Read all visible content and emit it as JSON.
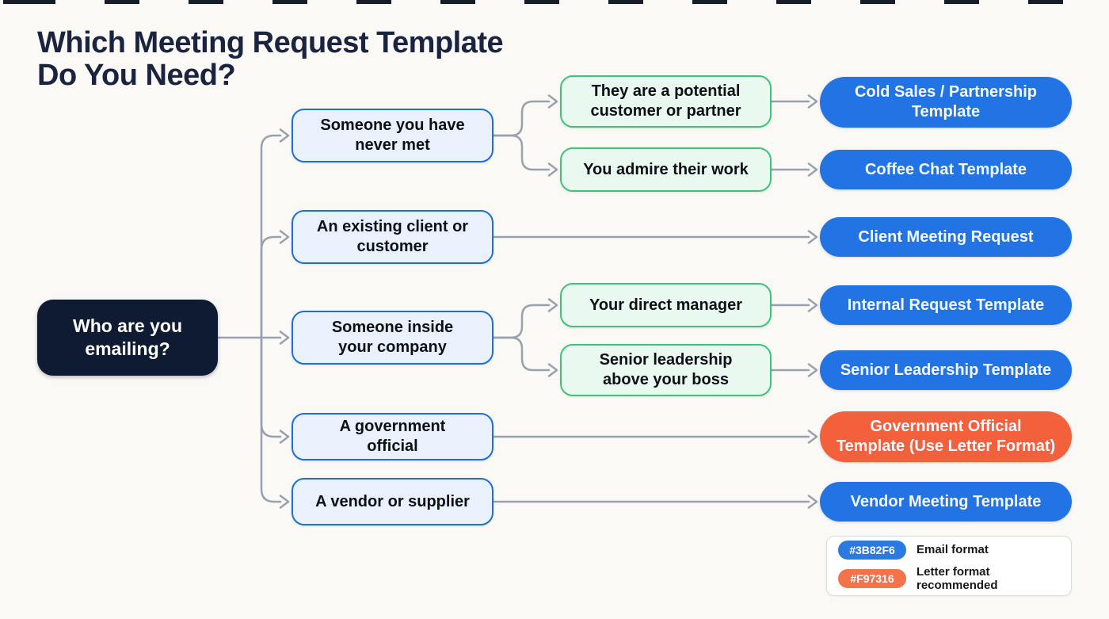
{
  "title": "Which Meeting Request Template Do You Need?",
  "root": {
    "label": "Who are you emailing?"
  },
  "level1": [
    {
      "label": "Someone you have never met"
    },
    {
      "label": "An existing client or customer"
    },
    {
      "label": "Someone inside your company"
    },
    {
      "label": "A government official"
    },
    {
      "label": "A vendor or supplier"
    }
  ],
  "level2": [
    {
      "label": "They are a potential customer or partner"
    },
    {
      "label": "You admire their work"
    },
    {
      "label": "Your direct manager"
    },
    {
      "label": "Senior leadership above your boss"
    }
  ],
  "templates": [
    {
      "label": "Cold Sales / Partnership Template",
      "format": "email"
    },
    {
      "label": "Coffee Chat Template",
      "format": "email"
    },
    {
      "label": "Client Meeting Request",
      "format": "email"
    },
    {
      "label": "Internal Request Template",
      "format": "email"
    },
    {
      "label": "Senior Leadership Template",
      "format": "email"
    },
    {
      "label": "Government Official Template (Use Letter Format)",
      "format": "letter"
    },
    {
      "label": "Vendor Meeting Template",
      "format": "email"
    }
  ],
  "flow": [
    {
      "from": "Who are you emailing?",
      "to": "Someone you have never met"
    },
    {
      "from": "Who are you emailing?",
      "to": "An existing client or customer"
    },
    {
      "from": "Who are you emailing?",
      "to": "Someone inside your company"
    },
    {
      "from": "Who are you emailing?",
      "to": "A government official"
    },
    {
      "from": "Who are you emailing?",
      "to": "A vendor or supplier"
    },
    {
      "from": "Someone you have never met",
      "to": "They are a potential customer or partner"
    },
    {
      "from": "Someone you have never met",
      "to": "You admire their work"
    },
    {
      "from": "They are a potential customer or partner",
      "to": "Cold Sales / Partnership Template"
    },
    {
      "from": "You admire their work",
      "to": "Coffee Chat Template"
    },
    {
      "from": "An existing client or customer",
      "to": "Client Meeting Request"
    },
    {
      "from": "Someone inside your company",
      "to": "Your direct manager"
    },
    {
      "from": "Someone inside your company",
      "to": "Senior leadership above your boss"
    },
    {
      "from": "Your direct manager",
      "to": "Internal Request Template"
    },
    {
      "from": "Senior leadership above your boss",
      "to": "Senior Leadership Template"
    },
    {
      "from": "A government official",
      "to": "Government Official Template (Use Letter Format)"
    },
    {
      "from": "A vendor or supplier",
      "to": "Vendor Meeting Template"
    }
  ],
  "legend": {
    "items": [
      {
        "code": "#3B82F6",
        "label": "Email format"
      },
      {
        "code": "#F97316",
        "label": "Letter format recommended"
      }
    ]
  }
}
